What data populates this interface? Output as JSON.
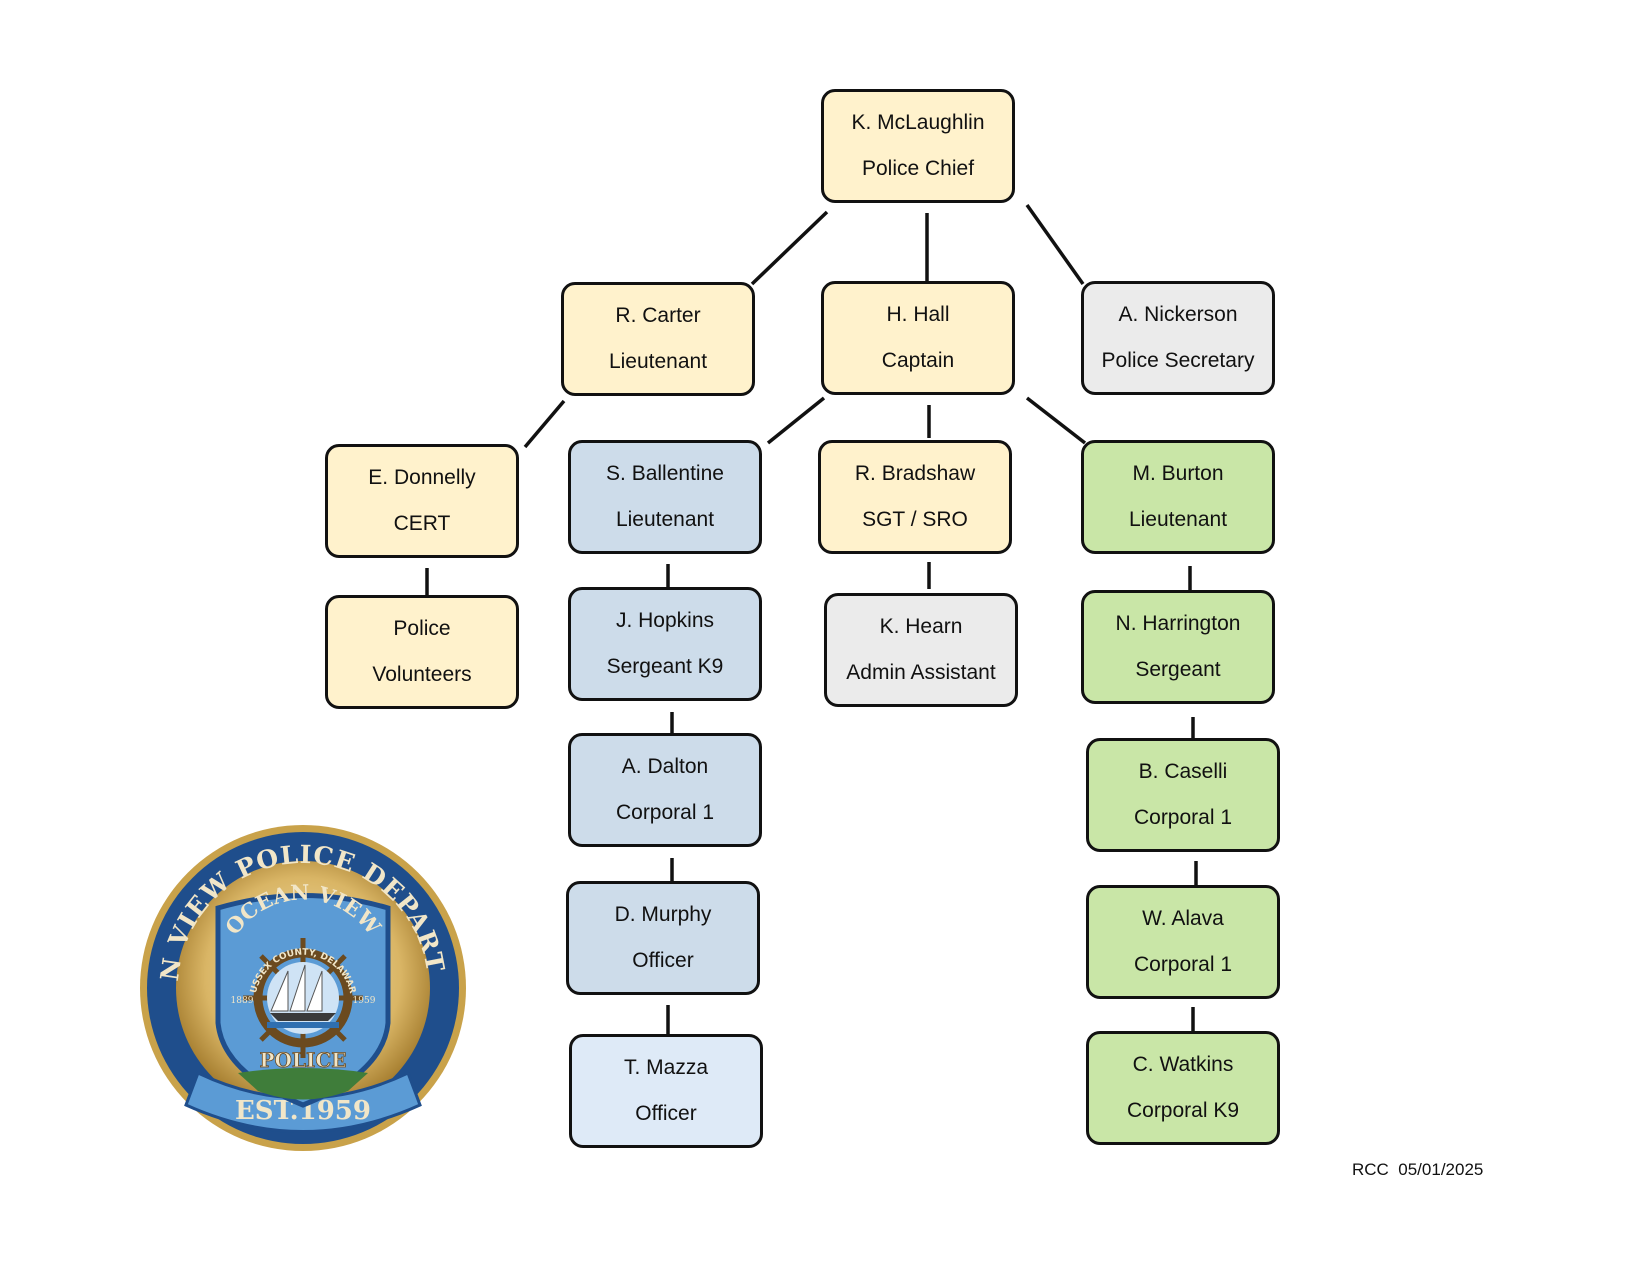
{
  "nodes": {
    "chief": {
      "name": "K. McLaughlin",
      "title": "Police Chief"
    },
    "carter": {
      "name": "R. Carter",
      "title": "Lieutenant"
    },
    "hall": {
      "name": "H. Hall",
      "title": "Captain"
    },
    "nickerson": {
      "name": "A. Nickerson",
      "title": "Police Secretary"
    },
    "donnelly": {
      "name": "E. Donnelly",
      "title": "CERT"
    },
    "volunteers": {
      "name": "Police",
      "title": "Volunteers"
    },
    "ballentine": {
      "name": "S. Ballentine",
      "title": "Lieutenant"
    },
    "hopkins": {
      "name": "J. Hopkins",
      "title": "Sergeant K9"
    },
    "dalton": {
      "name": "A. Dalton",
      "title": "Corporal 1"
    },
    "murphy": {
      "name": "D. Murphy",
      "title": "Officer"
    },
    "mazza": {
      "name": "T. Mazza",
      "title": "Officer"
    },
    "bradshaw": {
      "name": "R. Bradshaw",
      "title": "SGT / SRO"
    },
    "hearn": {
      "name": "K. Hearn",
      "title": "Admin Assistant"
    },
    "burton": {
      "name": "M. Burton",
      "title": "Lieutenant"
    },
    "harrington": {
      "name": "N. Harrington",
      "title": "Sergeant"
    },
    "caselli": {
      "name": "B. Caselli",
      "title": "Corporal 1"
    },
    "alava": {
      "name": "W. Alava",
      "title": "Corporal 1"
    },
    "watkins": {
      "name": "C. Watkins",
      "title": "Corporal K9"
    }
  },
  "seal": {
    "ring_text": "OCEAN VIEW POLICE DEPARTMENT",
    "shield_top": "OCEAN VIEW",
    "inner_ring": "SUSSEX COUNTY, DELAWARE",
    "year_left": "1889",
    "year_right": "1959",
    "shield_bottom": "POLICE",
    "banner": "EST.1959"
  },
  "footer": "RCC  05/01/2025",
  "colors": {
    "command": "#fff2cc",
    "patrol": "#cddcea",
    "officer_light": "#deeaf7",
    "division": "#c9e6a7",
    "support": "#ebebeb",
    "border": "#111111",
    "seal_blue": "#1f4e8c",
    "seal_gold": "#c9a24a"
  }
}
